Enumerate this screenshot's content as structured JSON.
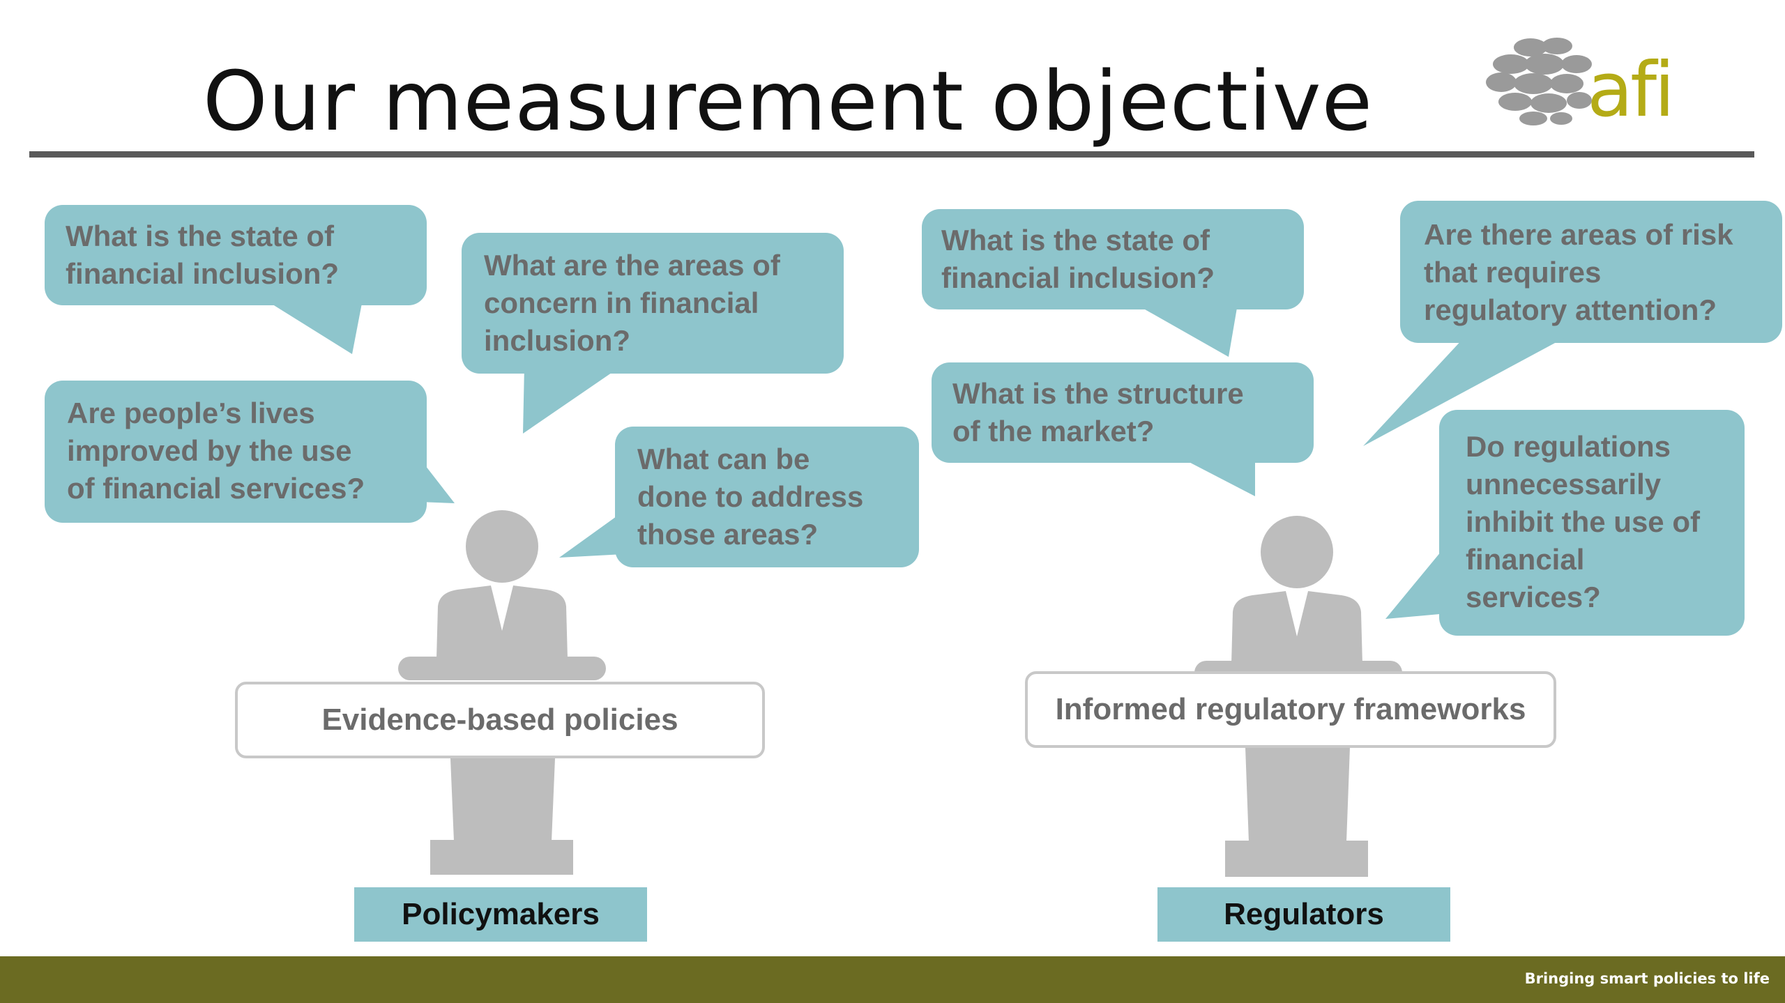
{
  "slide": {
    "title": "Our measurement objective",
    "logo_text": "afi",
    "footer_text": "Bringing smart policies to life"
  },
  "policymakers": {
    "role_label": "Policymakers",
    "podium_label": "Evidence-based policies",
    "questions": [
      "What is the state of\nfinancial inclusion?",
      "What are the areas of\nconcern in financial\ninclusion?",
      "Are people’s lives\nimproved by the use\nof financial services?",
      "What can be\ndone to address\nthose areas?"
    ]
  },
  "regulators": {
    "role_label": "Regulators",
    "podium_label": "Informed regulatory frameworks",
    "questions": [
      "What is the state of\nfinancial inclusion?",
      "Are there areas of risk\nthat requires\nregulatory attention?",
      "What is the structure\nof the market?",
      "Do regulations\nunnecessarily\ninhibit the use of\nfinancial\nservices?"
    ]
  },
  "colors": {
    "bubble": "#8ec5cc",
    "figure": "#bdbdbd",
    "footer": "#6b6b22",
    "logo_text": "#b4ab16"
  },
  "icons": [
    "afi-logo-icon",
    "person-icon",
    "podium-icon"
  ]
}
